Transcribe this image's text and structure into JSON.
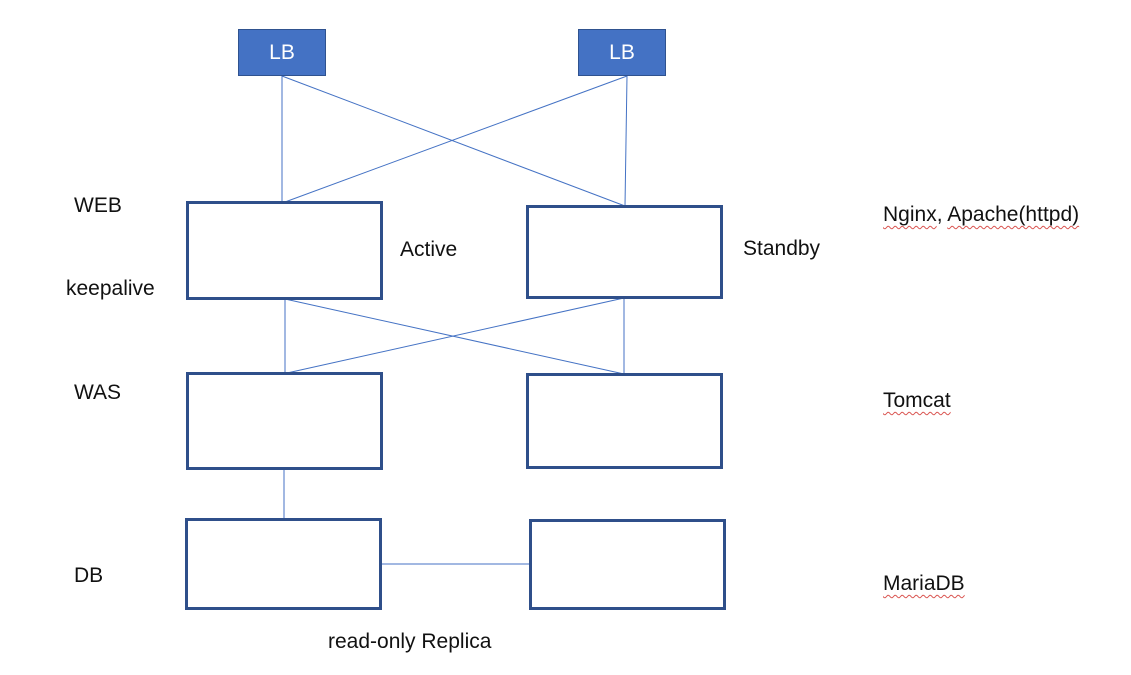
{
  "load_balancers": [
    {
      "label": "LB"
    },
    {
      "label": "LB"
    }
  ],
  "tiers": {
    "web": {
      "label": "WEB",
      "software_prefix": "",
      "software_parts": [
        "Nginx",
        "Apache(httpd)"
      ]
    },
    "was": {
      "label": "WAS",
      "software": "Tomcat"
    },
    "db": {
      "label": "DB",
      "software": "MariaDB"
    }
  },
  "annotations": {
    "keepalive": "keepalive",
    "active": "Active",
    "standby": "Standby",
    "replica": "read-only Replica"
  },
  "colors": {
    "lb_fill": "#4472c4",
    "node_border": "#2f4f8a",
    "connector": "#4472c4",
    "spellcheck_underline": "#d9534f"
  }
}
